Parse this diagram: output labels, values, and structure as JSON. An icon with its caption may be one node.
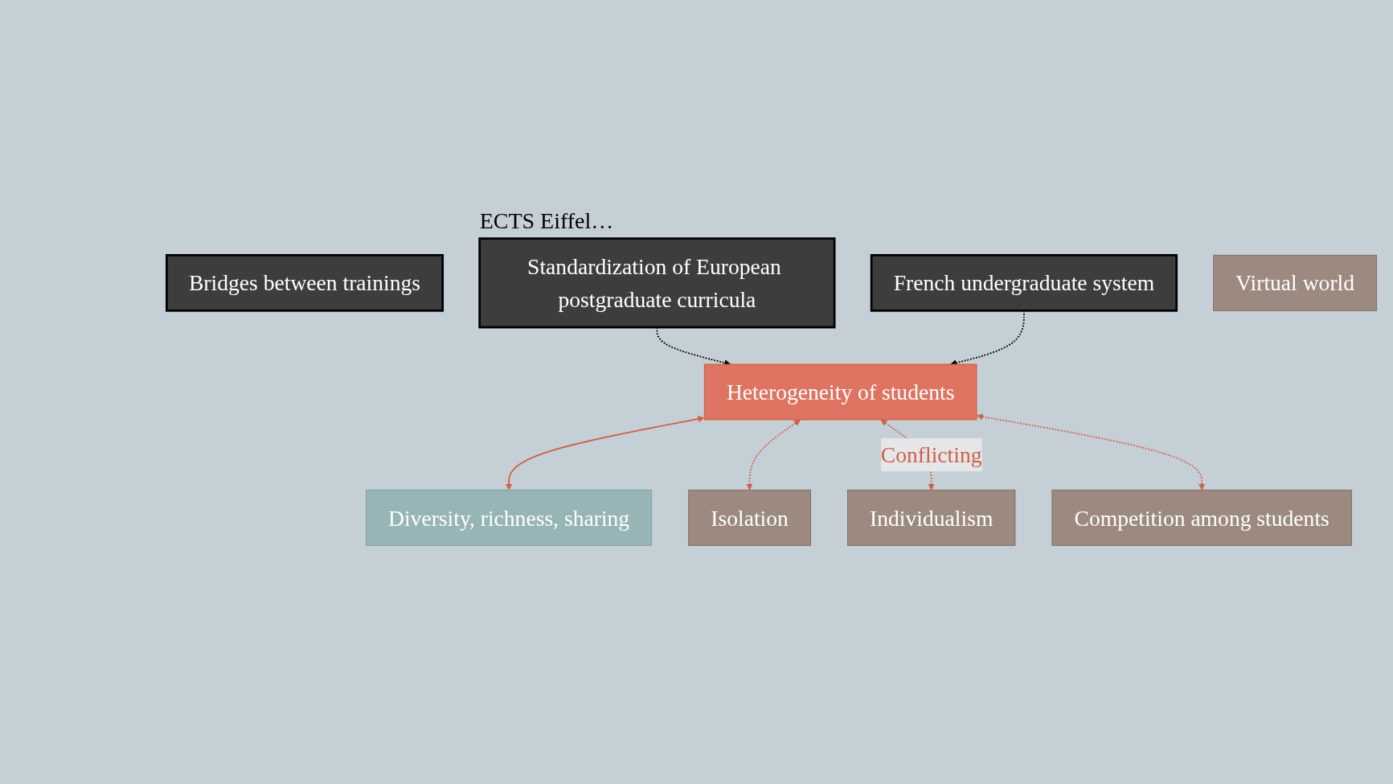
{
  "diagram": {
    "nodes": [
      {
        "text": [
          "Bridges between trainings"
        ]
      },
      {
        "text": [
          "Standardization of European postgraduate curricula"
        ],
        "beside": [
          "ECTS Eiffel…"
        ]
      },
      {
        "text": [
          "French undergraduate system"
        ]
      },
      {
        "text": [
          "Heterogeneity of students"
        ]
      },
      {
        "text": [
          "Diversity, richness, sharing"
        ]
      },
      {
        "text": [
          "Isolation"
        ]
      },
      {
        "text": [
          "Individualism"
        ]
      },
      {
        "text": [
          "Competition among students"
        ]
      },
      {
        "text": [
          "Virtual world"
        ]
      }
    ],
    "edges": [
      {
        "from": 1,
        "to": 3,
        "arrow": "to",
        "style": "dashed",
        "color": "#000000"
      },
      {
        "from": 2,
        "to": 3,
        "arrow": "to",
        "style": "dashed",
        "color": "#000000"
      },
      {
        "from": 3,
        "to": 4,
        "arrow": "both"
      },
      {
        "from": 3,
        "to": 5,
        "arrow": "both",
        "style": "dashed"
      },
      {
        "from": 3,
        "to": 6,
        "arrow": "both",
        "style": "dashed",
        "label": "Conflicting"
      },
      {
        "from": 3,
        "to": 7,
        "arrow": "both",
        "style": "dashed"
      }
    ]
  }
}
